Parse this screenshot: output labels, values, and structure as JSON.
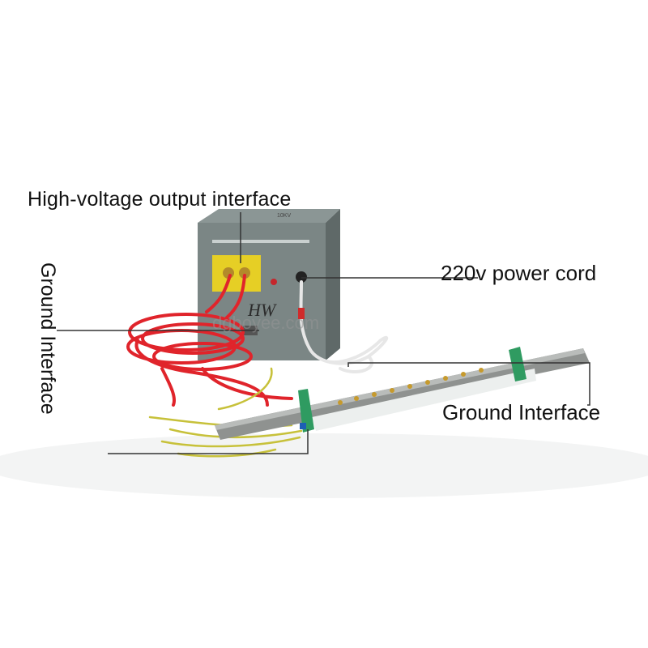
{
  "labels": {
    "high_voltage_output": "High-voltage output interface",
    "power_cord": "220v power cord",
    "ground_interface_right": "Ground Interface",
    "ground_interface_left": "Ground Interface"
  },
  "device": {
    "front_text": "HW",
    "rating_text": "10KV"
  },
  "watermark": "dgboyee.com",
  "colors": {
    "background": "#ffffff",
    "box": "#7b8685",
    "box_front": "#6f7a79",
    "panel": "#e6cf25",
    "wire_red": "#e0242b",
    "wire_white": "#f2f2f2",
    "wire_yellow_green": "#c7c13a",
    "bar": "#8f9290",
    "bracket": "#2f9b61",
    "leader_line": "#333333"
  }
}
